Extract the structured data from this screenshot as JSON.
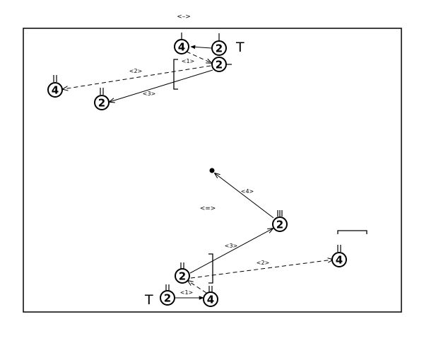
{
  "top_marker": "<–>",
  "lower_marker": "<=>",
  "top_panel": {
    "side_mark": "T",
    "nodes": [
      {
        "id": "t4a",
        "label": "4"
      },
      {
        "id": "t2a",
        "label": "2"
      },
      {
        "id": "t2b",
        "label": "2"
      },
      {
        "id": "t4b",
        "label": "4"
      },
      {
        "id": "t2c",
        "label": "2"
      }
    ],
    "edge_labels": {
      "e1": "<1>",
      "e2": "<2>",
      "e3": "<3>"
    }
  },
  "bottom_panel": {
    "side_mark": "T",
    "nodes": [
      {
        "id": "b2a",
        "label": "2"
      },
      {
        "id": "b4a",
        "label": "4"
      },
      {
        "id": "b2b",
        "label": "2"
      },
      {
        "id": "b4b",
        "label": "4"
      },
      {
        "id": "b2c",
        "label": "2"
      }
    ],
    "edge_labels": {
      "e1": "<1>",
      "e2": "<2>",
      "e3": "<3>",
      "e4": "<4>"
    }
  }
}
